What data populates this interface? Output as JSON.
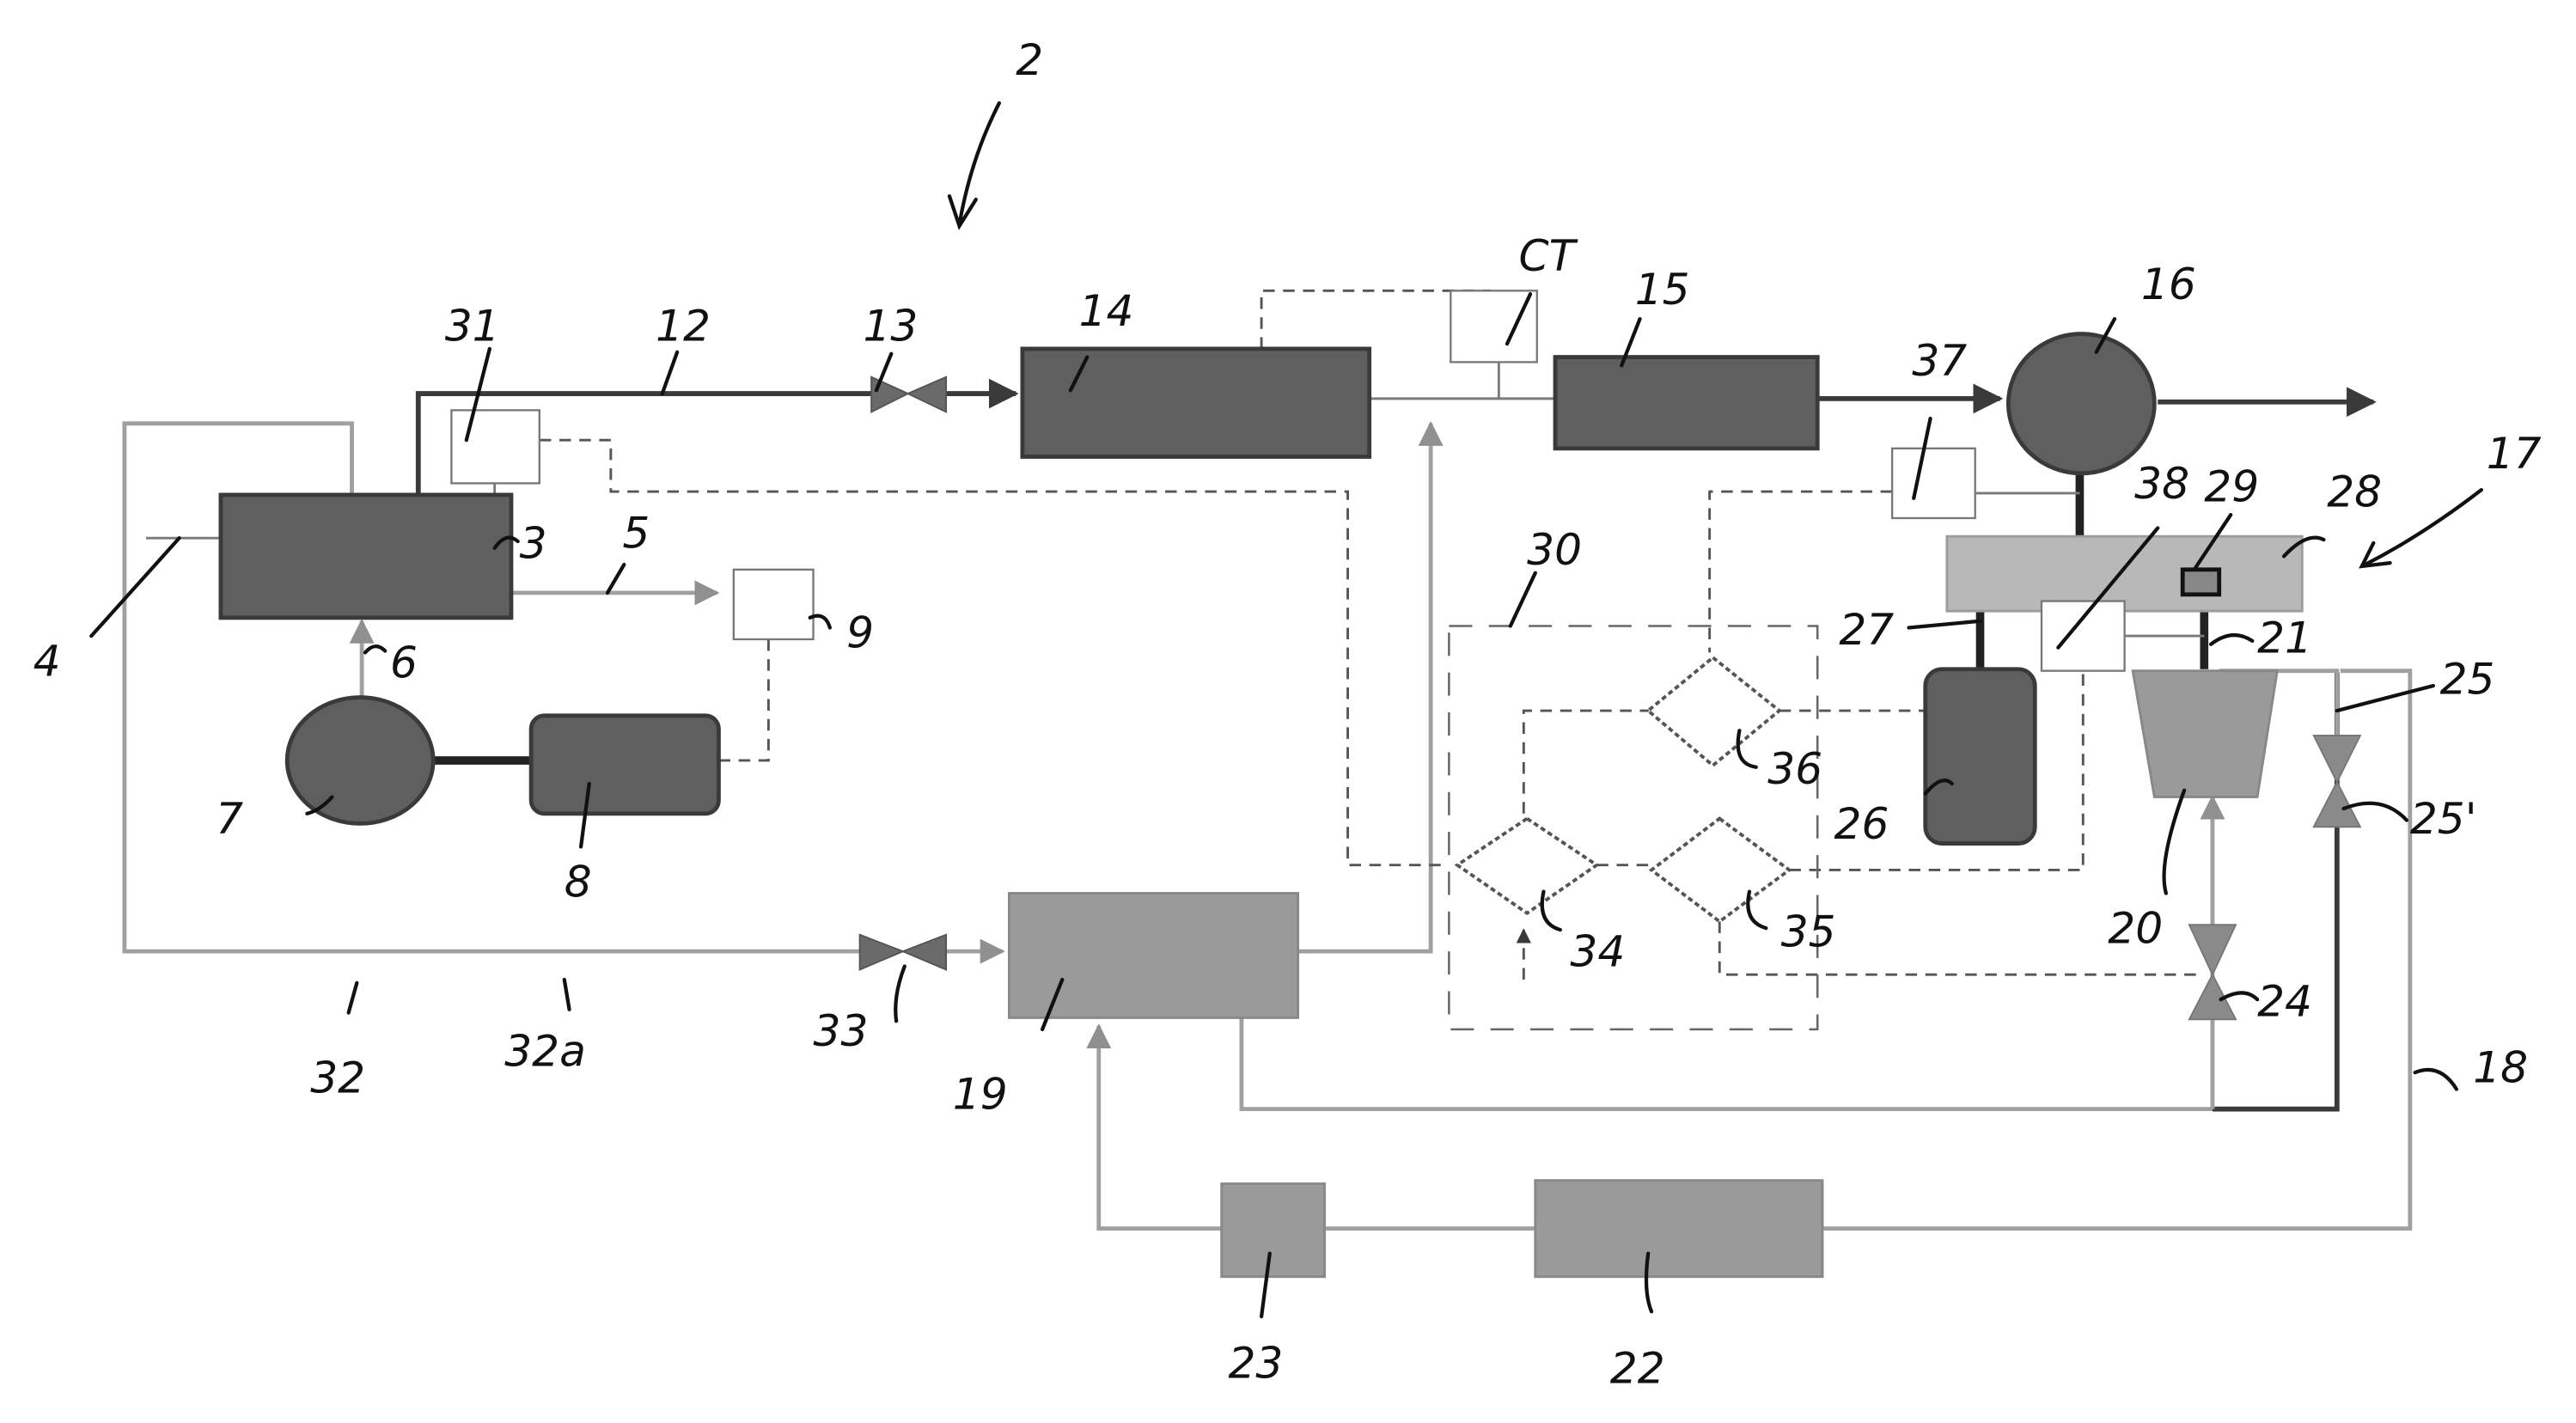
{
  "figure": {
    "title": "Schematic of energy system 2",
    "reference_label": "2"
  },
  "labels": {
    "l2": "2",
    "l3": "3",
    "l4": "4",
    "l5": "5",
    "l6": "6",
    "l7": "7",
    "l8": "8",
    "l9": "9",
    "l12": "12",
    "l13": "13",
    "l14": "14",
    "l15": "15",
    "l16": "16",
    "l17": "17",
    "l18": "18",
    "l19": "19",
    "l20": "20",
    "l21": "21",
    "l22": "22",
    "l23": "23",
    "l24": "24",
    "l25": "25",
    "l25p": "25'",
    "l26": "26",
    "l27": "27",
    "l28": "28",
    "l29": "29",
    "l30": "30",
    "l31": "31",
    "l32": "32",
    "l32a": "32a",
    "l33": "33",
    "l34": "34",
    "l35": "35",
    "l36": "36",
    "l37": "37",
    "l38": "38",
    "lCT": "CT"
  },
  "colors": {
    "dark_component": "#5f5f5f",
    "medium_component": "#9a9a9a",
    "light_component": "#b8b8b8",
    "line": "#3a3a3a"
  }
}
